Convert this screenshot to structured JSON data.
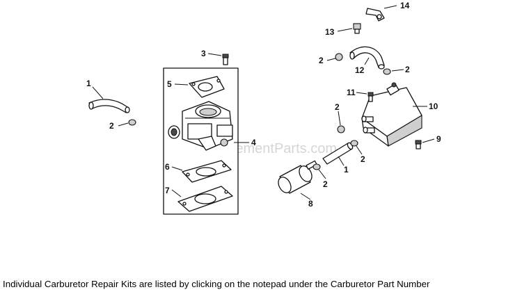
{
  "watermark": "eReplacementParts.com",
  "caption": "Individual Carburetor Repair Kits are listed by clicking on the notepad under the Carburetor Part Number",
  "callouts": {
    "c1_hose": "1",
    "c1_tube": "1",
    "c2_left": "2",
    "c2_top": "2",
    "c2_right": "2",
    "c2_mid": "2",
    "c2_tube": "2",
    "c2_filter": "2",
    "c3": "3",
    "c4": "4",
    "c5": "5",
    "c6": "6",
    "c7": "7",
    "c8": "8",
    "c9": "9",
    "c10": "10",
    "c11": "11",
    "c12": "12",
    "c13": "13",
    "c14": "14"
  }
}
